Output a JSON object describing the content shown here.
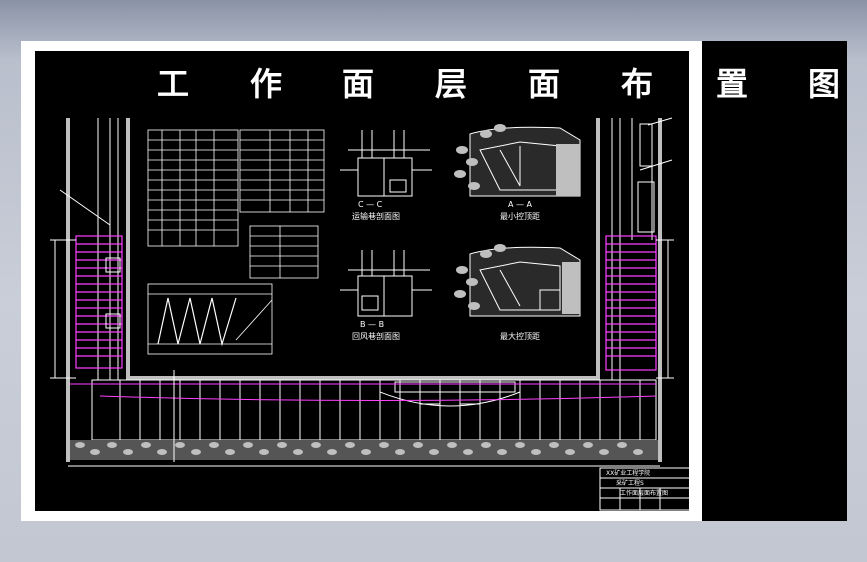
{
  "title": {
    "chars": [
      "工",
      "作",
      "面",
      "层",
      "面",
      "布",
      "置",
      "图"
    ]
  },
  "sections": {
    "top_left": "运输巷剖面图",
    "top_right": "最小控顶距",
    "bottom_left": "回风巷剖面图",
    "bottom_right": "最大控顶距"
  },
  "cut_labels": {
    "c": "C — C",
    "b": "B — B",
    "a": "A — A"
  },
  "title_block": {
    "line1": "XX矿业工程学院",
    "line2": "采矿工程S",
    "line3": "工作面层面布置图"
  },
  "colors": {
    "background": "#000000",
    "sheet": "#ffffff",
    "line": "#ffffff",
    "support": "#ff40ff",
    "rock": "#bfbfbf"
  }
}
